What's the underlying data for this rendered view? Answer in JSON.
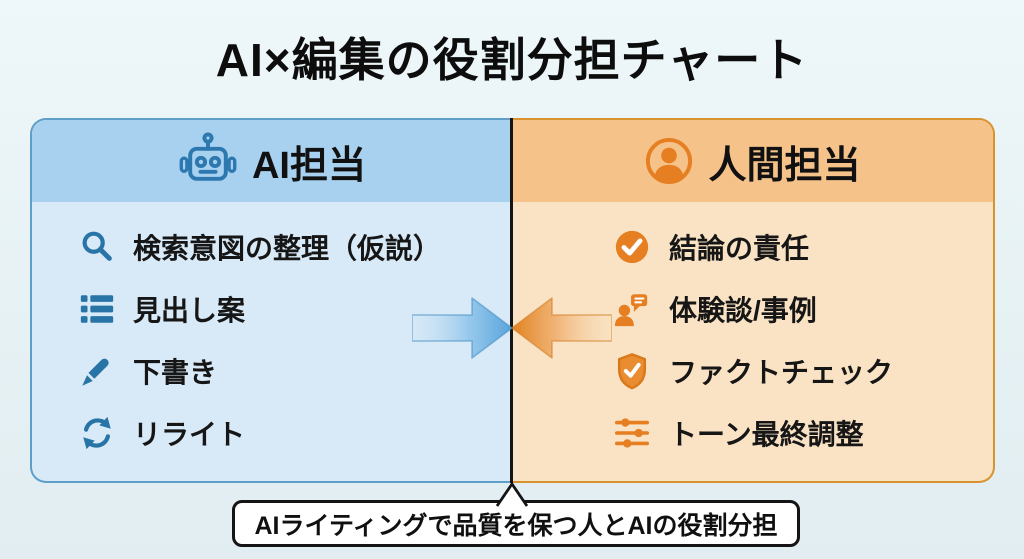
{
  "title": "AI×編集の役割分担チャート",
  "panels": {
    "ai": {
      "header": "AI担当",
      "header_icon": "robot-icon",
      "accent_color": "#2e78b0",
      "header_bg": "#a8d1f0",
      "body_bg": "#d8e9f7",
      "border_color": "#5f9ec9",
      "items": [
        {
          "icon": "search-icon",
          "label": "検索意図の整理（仮説）"
        },
        {
          "icon": "list-icon",
          "label": "見出し案"
        },
        {
          "icon": "pen-icon",
          "label": "下書き"
        },
        {
          "icon": "refresh-icon",
          "label": "リライト"
        }
      ]
    },
    "human": {
      "header": "人間担当",
      "header_icon": "person-icon",
      "accent_color": "#e67e22",
      "header_bg": "#f5c289",
      "body_bg": "#fae3c4",
      "border_color": "#d8922e",
      "items": [
        {
          "icon": "check-circle-icon",
          "label": "結論の責任"
        },
        {
          "icon": "person-comment-icon",
          "label": "体験談/事例"
        },
        {
          "icon": "shield-check-icon",
          "label": "ファクトチェック"
        },
        {
          "icon": "sliders-icon",
          "label": "トーン最終調整"
        }
      ]
    }
  },
  "arrows": {
    "left_arrow_color": "#57a3dc",
    "right_arrow_color": "#e2821f",
    "direction": "converging"
  },
  "caption": {
    "text": "AIライティングで品質を保つ人とAIの役割分担"
  }
}
